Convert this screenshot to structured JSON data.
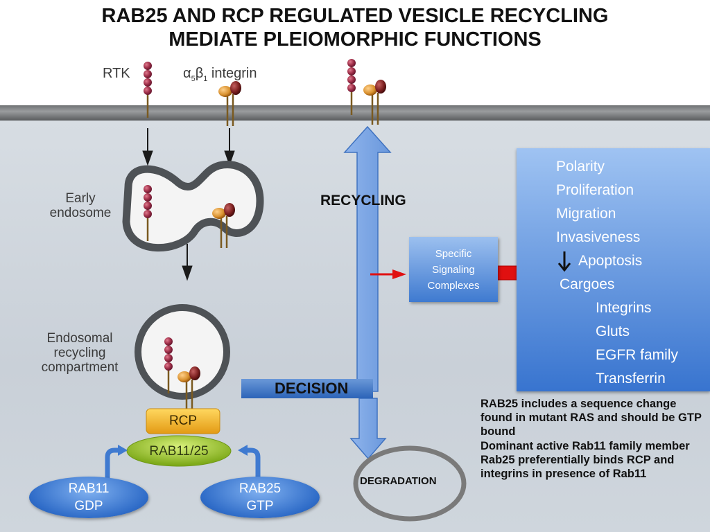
{
  "title": {
    "line1": "RAB25 AND RCP REGULATED VESICLE RECYCLING",
    "line2": "MEDIATE PLEIOMORPHIC FUNCTIONS"
  },
  "labels": {
    "rtk": "RTK",
    "integrin_alpha": "α",
    "integrin_sub5": "5",
    "integrin_beta": "β",
    "integrin_sub1": "1",
    "integrin_word": "integrin",
    "early_endosome_1": "Early",
    "early_endosome_2": "endosome",
    "erc_1": "Endosomal",
    "erc_2": "recycling",
    "erc_3": "compartment",
    "rcp": "RCP",
    "rab11_25": "RAB11/25"
  },
  "recycling": "RECYCLING",
  "specific_signaling": {
    "line1": "Specific",
    "line2": "Signaling",
    "line3": "Complexes"
  },
  "outcomes": {
    "items": [
      "Polarity",
      "Proliferation",
      "Migration",
      "Invasiveness"
    ],
    "apoptosis": "Apoptosis",
    "cargoes_label": "Cargoes",
    "cargoes": [
      "Integrins",
      "Gluts",
      "EGFR family",
      "Transferrin"
    ]
  },
  "decision": "DECISION",
  "degradation": "DEGRADATION",
  "rab11_gdp": {
    "line1": "RAB11",
    "line2": "GDP"
  },
  "rab25_gtp": {
    "line1": "RAB25",
    "line2": "GTP"
  },
  "notes": [
    "RAB25 includes a sequence change found in mutant RAS and should be GTP bound",
    "Dominant active Rab11 family member",
    "Rab25 preferentially binds RCP and integrins in presence of Rab11"
  ],
  "colors": {
    "membrane": "#7a7c7e",
    "cytoplasm": "#cfd6dd",
    "box_blue": "#4a86d8",
    "red_arrow": "#e01010",
    "rcp_orange": "#f0b429",
    "rab_green": "#9fcf2c",
    "bead_red": "#a0304a"
  }
}
